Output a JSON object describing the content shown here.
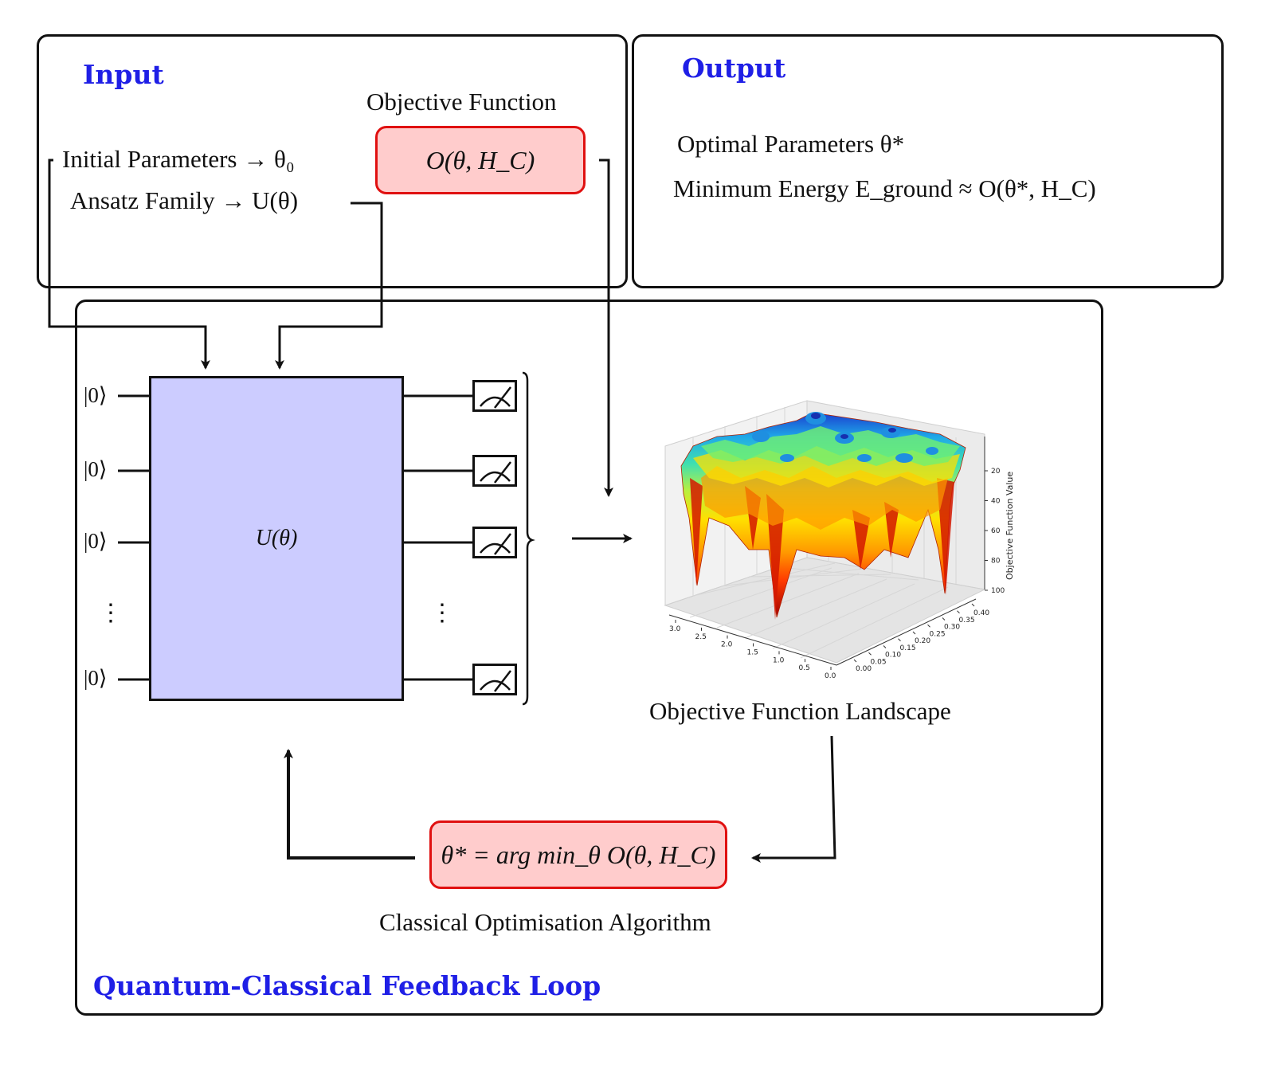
{
  "input": {
    "title": "Input",
    "objective_label": "Objective Function",
    "objective_box": "O(θ, H_C)",
    "initial_params": "Initial Parameters → θ₀",
    "ansatz": "Ansatz Family → U(θ)"
  },
  "output": {
    "title": "Output",
    "optimal": "Optimal Parameters θ*",
    "min_energy": "Minimum Energy E_ground ≈ O(θ*, H_C)"
  },
  "loop": {
    "title": "Quantum-Classical Feedback Loop",
    "qubits": [
      "|0⟩",
      "|0⟩",
      "|0⟩",
      "⋮",
      "|0⟩"
    ],
    "unitary": "U(θ)",
    "landscape_label": "Objective Function Landscape",
    "optimiser_box": "θ* = arg min_θ O(θ, H_C)",
    "optimiser_label": "Classical Optimisation Algorithm"
  },
  "landscape_plot": {
    "zlabel": "Objective Function Value",
    "z_ticks": [
      "20",
      "40",
      "60",
      "80",
      "100"
    ],
    "x_ticks": [
      "3.0",
      "2.5",
      "2.0",
      "1.5",
      "1.0",
      "0.5",
      "0.0"
    ],
    "y_ticks": [
      "0.00",
      "0.05",
      "0.10",
      "0.15",
      "0.20",
      "0.25",
      "0.30",
      "0.35",
      "0.40"
    ],
    "colormap": "jet"
  },
  "colors": {
    "title_blue": "#1f1fe6",
    "box_fill": "#ffcccc",
    "box_border": "#e01010",
    "unitary_fill": "#ccccff"
  }
}
